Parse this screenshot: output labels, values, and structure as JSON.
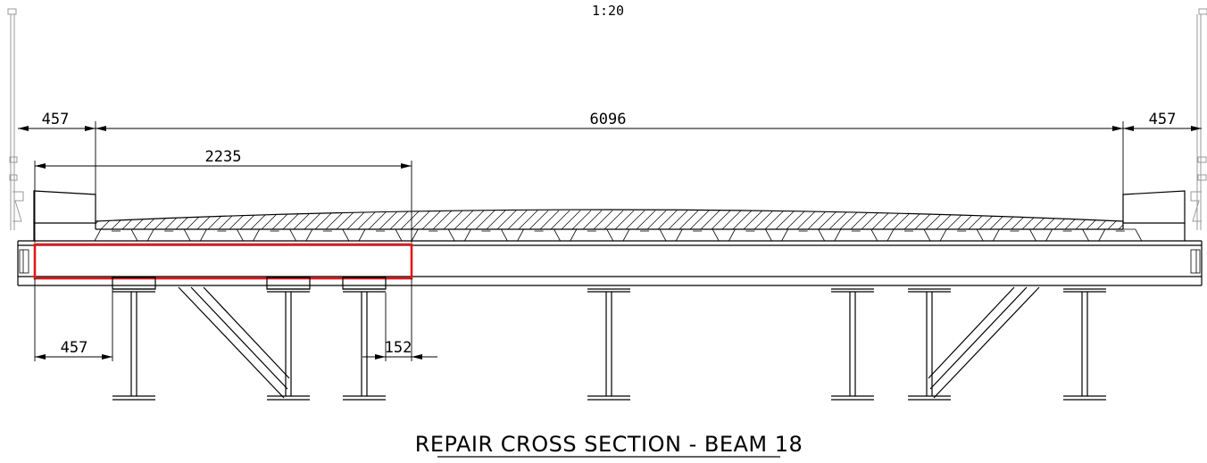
{
  "drawing": {
    "scale_label": "1:20",
    "title": "REPAIR CROSS SECTION - BEAM 18",
    "highlight_color": "#e4161b"
  },
  "dimensions": {
    "left_overhang": "457",
    "deck_width": "6096",
    "right_overhang": "457",
    "repair_length": "2235",
    "bottom_left_offset": "457",
    "bottom_gap": "152"
  }
}
